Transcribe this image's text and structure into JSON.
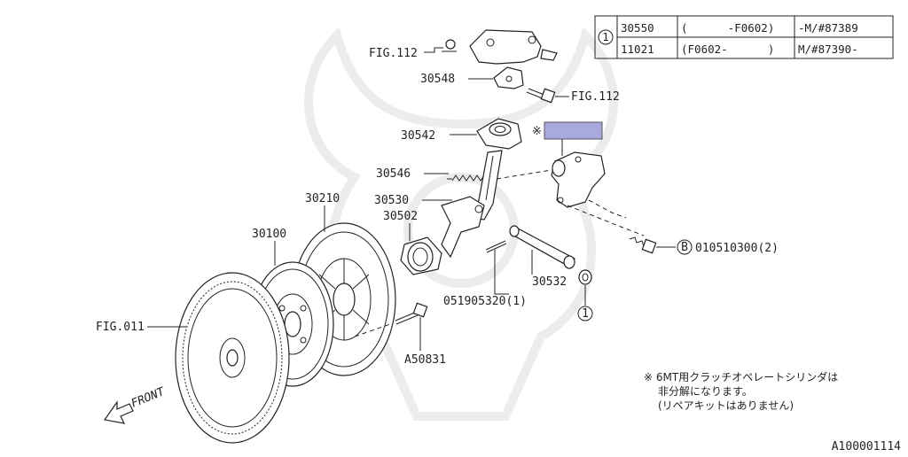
{
  "table": {
    "ref_mark": "1",
    "rows": [
      {
        "part": "30550",
        "range": "(      -F0602)",
        "model": "-M/#87389"
      },
      {
        "part": "11021",
        "range": "(F0602-      )",
        "model": "M/#87390-"
      }
    ]
  },
  "labels": {
    "fig112_top": "FIG.112",
    "p30548": "30548",
    "fig112_mid": "FIG.112",
    "p30542": "30542",
    "p30546": "30546",
    "p30210": "30210",
    "p30530": "30530",
    "p30502": "30502",
    "p30100": "30100",
    "fig011": "FIG.011",
    "p30532": "30532",
    "p051905320": "051905320(1)",
    "pA50831": "A50831",
    "b_mark": "B",
    "p010510300": "010510300(2)",
    "circle1": "1",
    "asterisk": "※",
    "front": "FRONT"
  },
  "note": {
    "line1": "※ 6MT用クラッチオペレートシリンダは",
    "line2": "非分解になります。",
    "line3": "(リペアキットはありません)"
  },
  "diagram_id": "A100001114",
  "colors": {
    "highlight": "#a9a9df",
    "line": "#222222"
  }
}
